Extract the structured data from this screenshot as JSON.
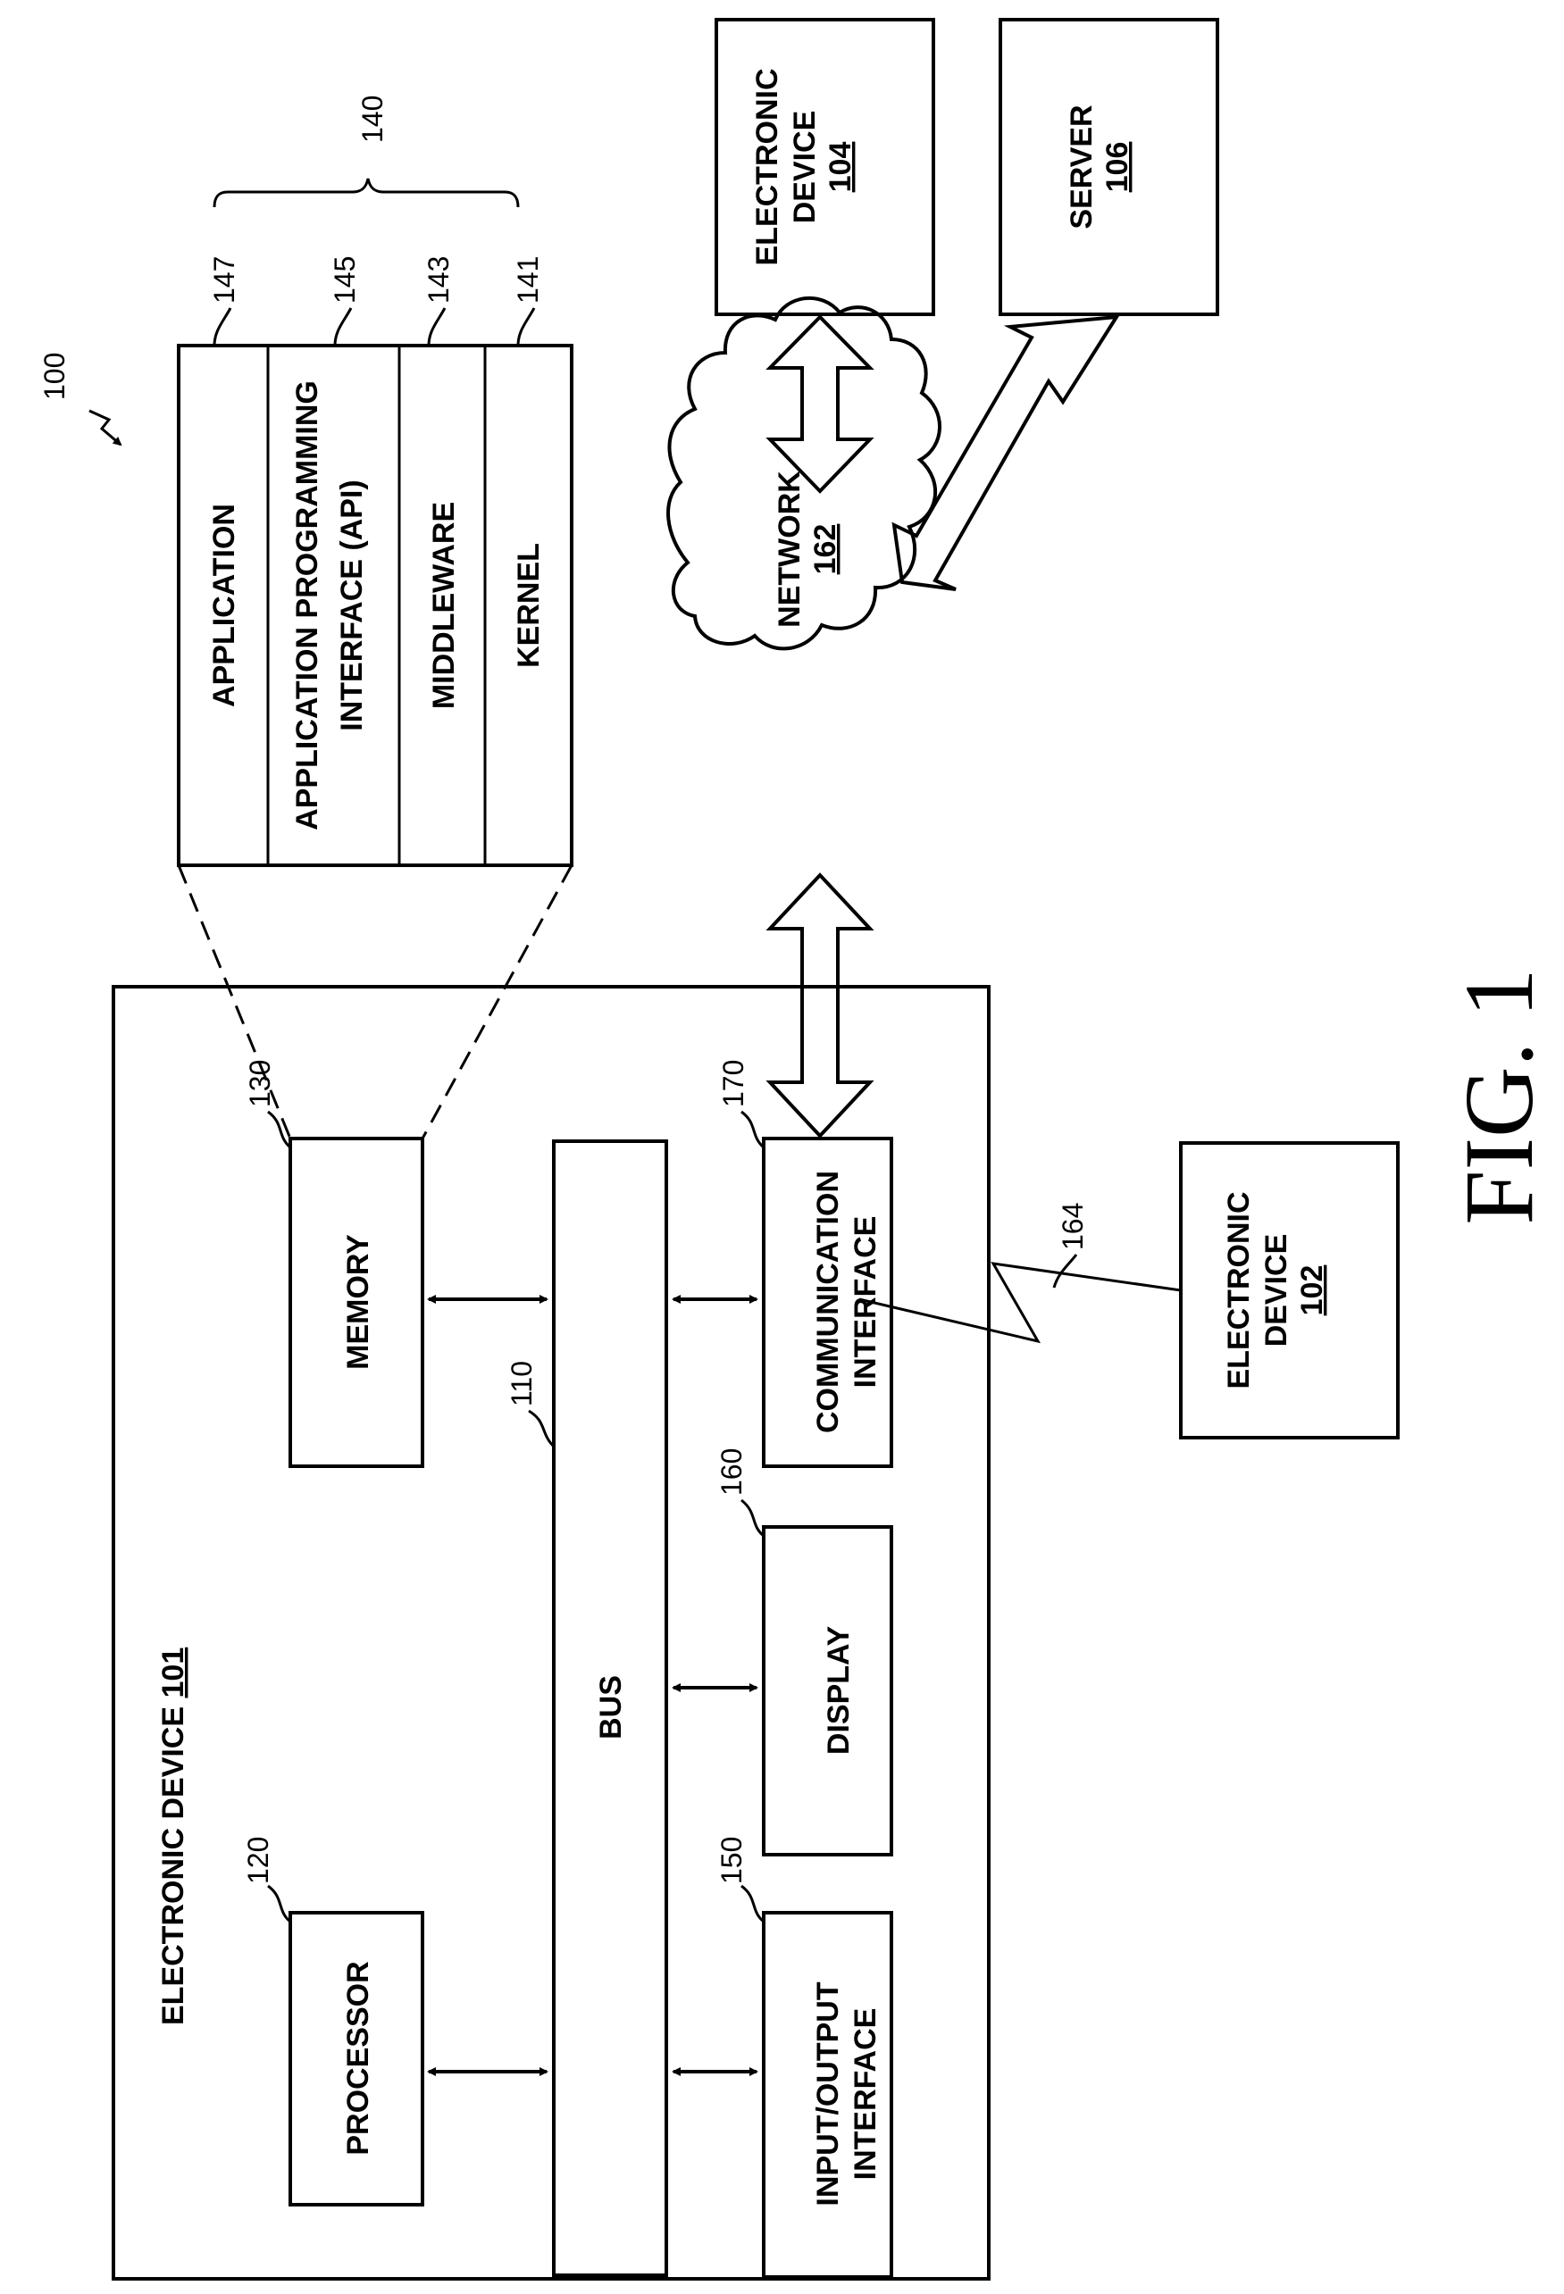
{
  "figure": {
    "system_ref": "100",
    "caption": "FIG. 1"
  },
  "device101": {
    "title": "ELECTRONIC DEVICE",
    "number": "101",
    "processor": {
      "label": "PROCESSOR",
      "ref": "120"
    },
    "bus": {
      "label": "BUS",
      "ref": "110"
    },
    "memory": {
      "label": "MEMORY",
      "ref": "130"
    },
    "io": {
      "line1": "INPUT/OUTPUT",
      "line2": "INTERFACE",
      "ref": "150"
    },
    "display": {
      "label": "DISPLAY",
      "ref": "160"
    },
    "comm": {
      "line1": "COMMUNICATION",
      "line2": "INTERFACE",
      "ref": "170"
    }
  },
  "software": {
    "group_ref": "140",
    "application": {
      "label": "APPLICATION",
      "ref": "147"
    },
    "api": {
      "line1": "APPLICATION PROGRAMMING",
      "line2": "INTERFACE (API)",
      "ref": "145"
    },
    "middleware": {
      "label": "MIDDLEWARE",
      "ref": "143"
    },
    "kernel": {
      "label": "KERNEL",
      "ref": "141"
    }
  },
  "network": {
    "label": "NETWORK",
    "number": "162"
  },
  "link": {
    "ref": "164"
  },
  "device102": {
    "line1": "ELECTRONIC",
    "line2": "DEVICE",
    "number": "102"
  },
  "device104": {
    "line1": "ELECTRONIC",
    "line2": "DEVICE",
    "number": "104"
  },
  "server106": {
    "label": "SERVER",
    "number": "106"
  }
}
